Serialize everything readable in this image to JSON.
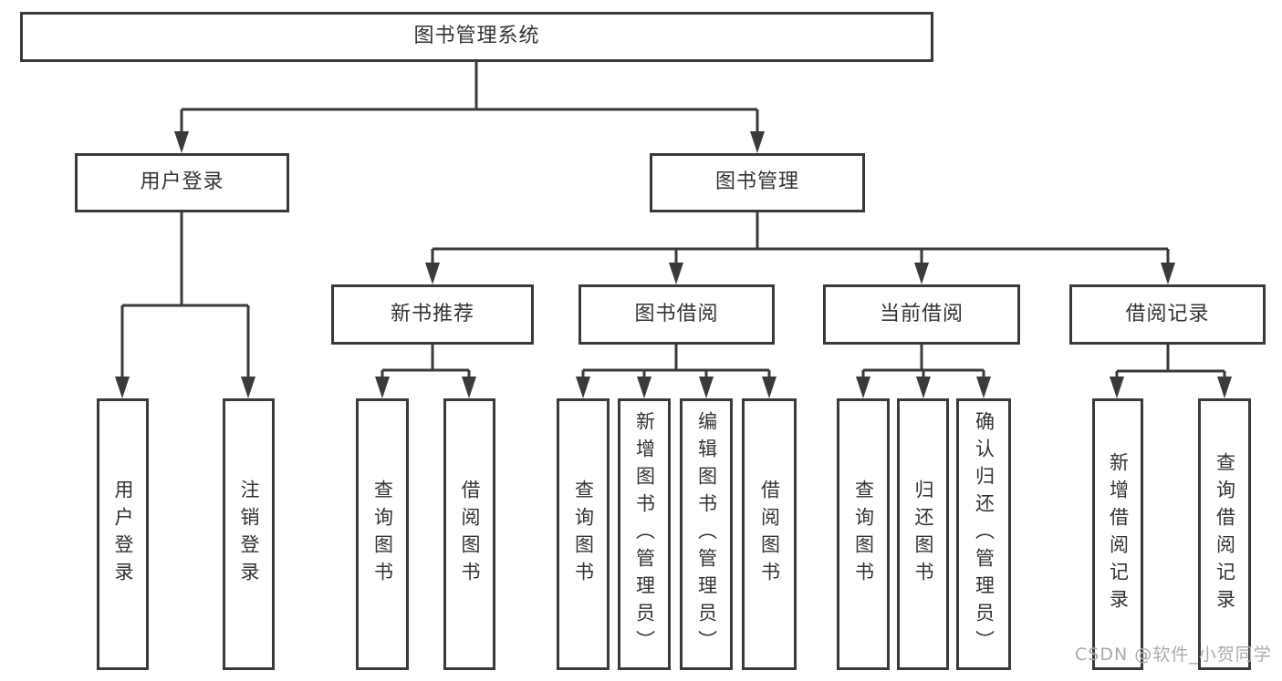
{
  "tree": {
    "root": {
      "label": "图书管理系统"
    },
    "branches": [
      {
        "label": "用户登录",
        "children": [
          {
            "label": "用户登录"
          },
          {
            "label": "注销登录"
          }
        ]
      },
      {
        "label": "图书管理",
        "children": [
          {
            "label": "新书推荐",
            "children": [
              {
                "label": "查询图书"
              },
              {
                "label": "借阅图书"
              }
            ]
          },
          {
            "label": "图书借阅",
            "children": [
              {
                "label": "查询图书"
              },
              {
                "label": "新增图书（管理员）"
              },
              {
                "label": "编辑图书（管理员）"
              },
              {
                "label": "借阅图书"
              }
            ]
          },
          {
            "label": "当前借阅",
            "children": [
              {
                "label": "查询图书"
              },
              {
                "label": "归还图书"
              },
              {
                "label": "确认归还（管理员）"
              }
            ]
          },
          {
            "label": "借阅记录",
            "children": [
              {
                "label": "新增借阅记录"
              },
              {
                "label": "查询借阅记录"
              }
            ]
          }
        ]
      }
    ]
  },
  "watermark": "CSDN @软件_小贺同学",
  "colors": {
    "line": "#3a3a3a",
    "box_border": "#3a3a3a",
    "box_fill": "#ffffff",
    "text": "#333333",
    "watermark": "#ababab",
    "background": "#ffffff"
  }
}
